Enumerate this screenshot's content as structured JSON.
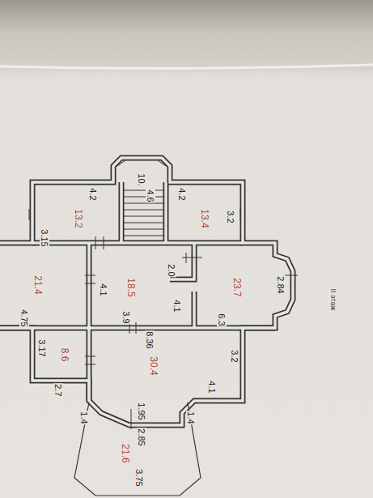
{
  "diagram": {
    "labels": [
      "II этаж",
      "10.",
      "4.6",
      "4.2",
      "13.2",
      "3.15",
      "4.2",
      "13.4",
      "3.2",
      "21.4",
      "4.1",
      "18.5",
      "2.0",
      "23.7",
      "2.84",
      "4.1",
      "4.75",
      "3.9",
      "6.3",
      "8.36",
      "3.17",
      "8.6",
      "30.4",
      "3.2",
      "2.7",
      "4.1",
      "1.4",
      "1.95",
      "1.4",
      "2.85",
      "21.6",
      "3.75"
    ]
  }
}
